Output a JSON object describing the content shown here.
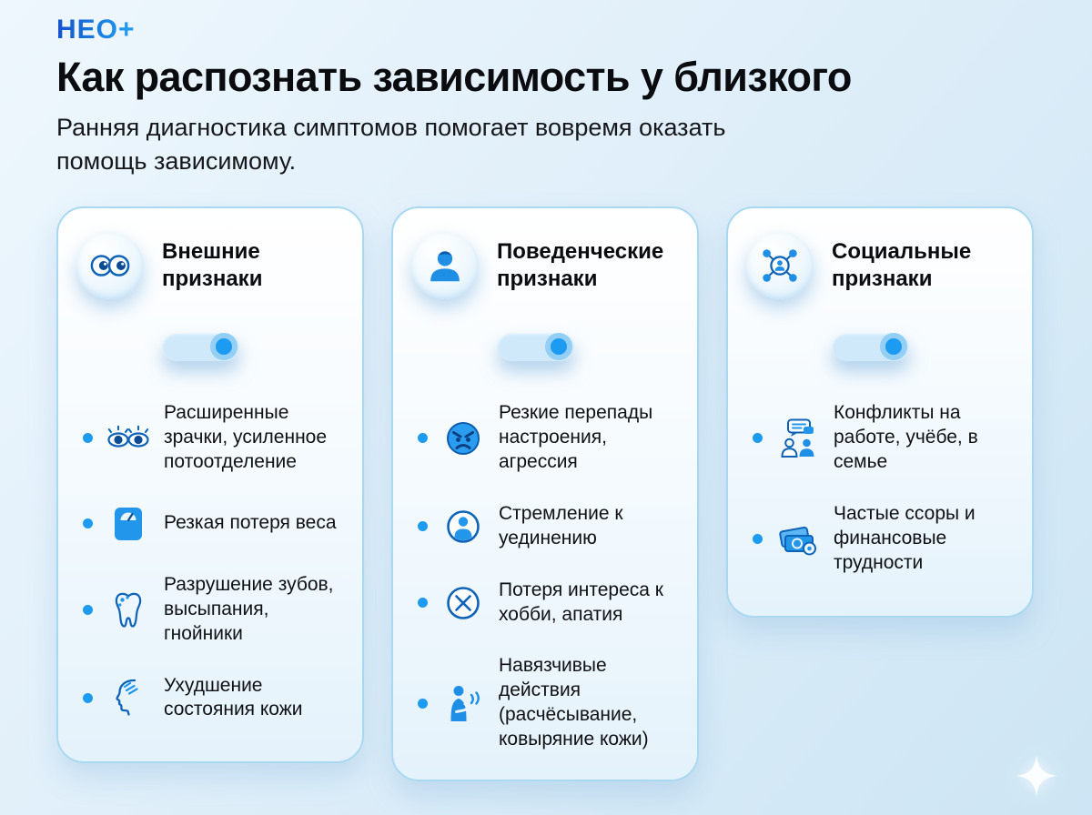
{
  "page": {
    "logo": "НЕО+",
    "title": "Как распознать зависимость у близкого",
    "subtitle_line1": "Ранняя диагностика симптомов помогает вовремя оказать",
    "subtitle_line2": "помощь зависимому."
  },
  "colors": {
    "accent_blue": "#1d9bf0",
    "deep_blue": "#0d63b8",
    "card_border": "#a9d8f1",
    "toggle_track": "#cfe9fa",
    "background_light": "#eef7fd",
    "background_dark": "#cde5f4"
  },
  "cards": [
    {
      "title": "Внешние признаки",
      "icon": "eyes-icon",
      "toggle_state": "on",
      "items": [
        {
          "icon": "dilated-pupils-icon",
          "text": "Расширенные зрачки, усиленное потоотделение"
        },
        {
          "icon": "weight-scale-icon",
          "text": "Резкая потеря веса"
        },
        {
          "icon": "tooth-icon",
          "text": "Разрушение зубов, высыпания, гнойники"
        },
        {
          "icon": "skin-profile-icon",
          "text": "Ухудшение состояния кожи"
        }
      ]
    },
    {
      "title": "Поведенческие признаки",
      "icon": "person-icon",
      "toggle_state": "on",
      "items": [
        {
          "icon": "angry-face-icon",
          "text": "Резкие перепады настроения, агрессия"
        },
        {
          "icon": "solitude-icon",
          "text": "Стремление к уединению"
        },
        {
          "icon": "lost-interest-icon",
          "text": "Потеря интереса к хобби, апатия"
        },
        {
          "icon": "compulsive-actions-icon",
          "text": "Навязчивые действия (расчёсывание, ковыряние кожи)"
        }
      ]
    },
    {
      "title": "Социальные признаки",
      "icon": "social-network-icon",
      "toggle_state": "on",
      "items": [
        {
          "icon": "conflict-icon",
          "text": "Конфликты на работе, учёбе, в семье"
        },
        {
          "icon": "money-icon",
          "text": "Частые ссоры и финансовые трудности"
        }
      ]
    }
  ]
}
